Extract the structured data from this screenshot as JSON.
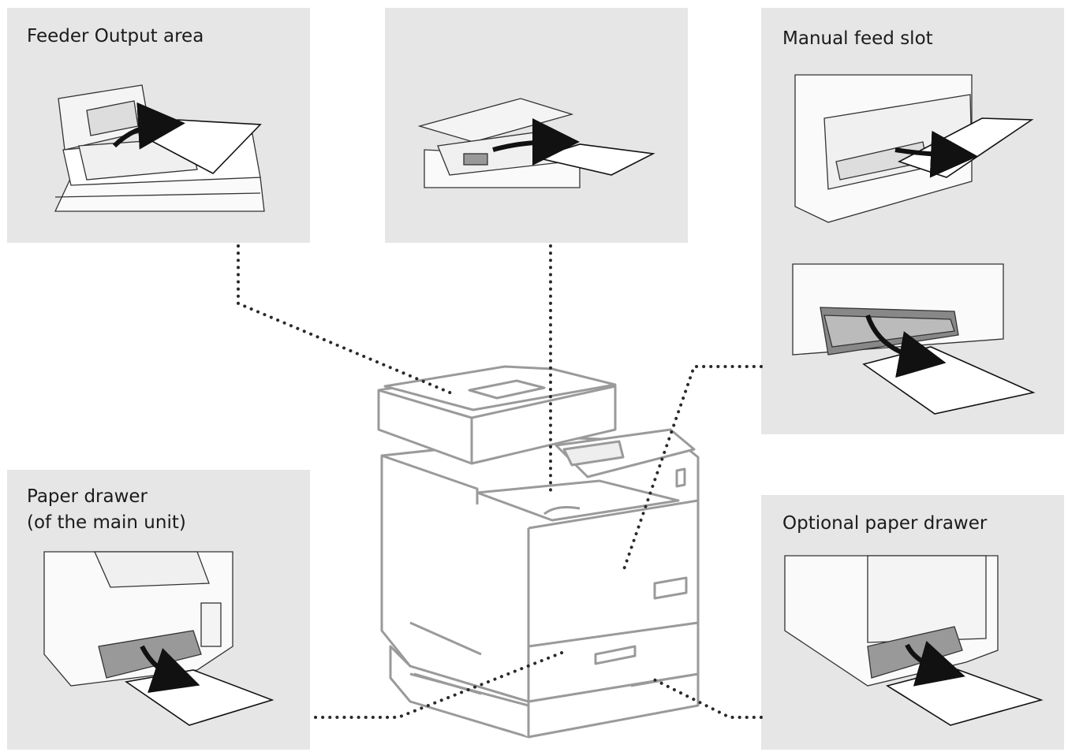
{
  "panels": {
    "feeder_output": {
      "label": "Feeder Output area"
    },
    "feeder_inner": {
      "label": ""
    },
    "manual_feed": {
      "label": "Manual feed slot"
    },
    "paper_drawer_main": {
      "label_line1": "Paper drawer",
      "label_line2": "(of the main unit)"
    },
    "optional_drawer": {
      "label": "Optional paper drawer"
    }
  },
  "colors": {
    "panel_bg": "#e6e6e6",
    "line": "#222222",
    "printer_outline": "#9a9a9a",
    "dots": "#2a2a2a"
  },
  "icons": [
    "arrow-icon",
    "paper-sheet-icon",
    "printer-illustration"
  ]
}
